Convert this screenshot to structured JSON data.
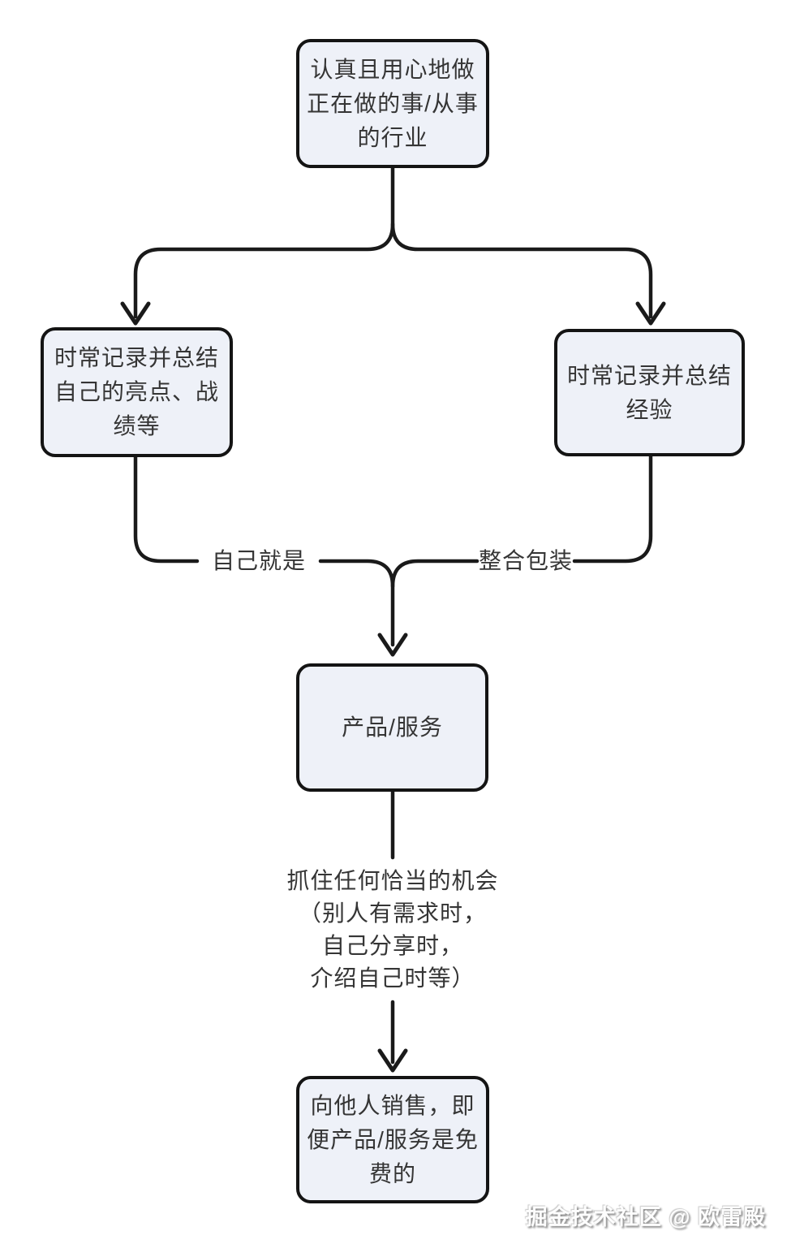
{
  "diagram": {
    "type": "flowchart",
    "nodes": [
      {
        "id": "focus-work",
        "label": "认真且用心地做\n正在做的事/从事\n的行业"
      },
      {
        "id": "record-highlights",
        "label": "时常记录并总结\n自己的亮点、战\n绩等"
      },
      {
        "id": "record-experience",
        "label": "时常记录并总结\n经验"
      },
      {
        "id": "product-service",
        "label": "产品/服务"
      },
      {
        "id": "sell-to-others",
        "label": "向他人销售，即\n便产品/服务是免\n费的"
      }
    ],
    "edge_labels": {
      "self_is": "自己就是",
      "package": "整合包装",
      "opportunity": "抓住任何恰当的机会\n（别人有需求时，\n自己分享时，\n介绍自己时等）"
    },
    "edges": [
      {
        "from": "focus-work",
        "to": "record-highlights",
        "label": ""
      },
      {
        "from": "focus-work",
        "to": "record-experience",
        "label": ""
      },
      {
        "from": "record-highlights",
        "to": "product-service",
        "label": "自己就是"
      },
      {
        "from": "record-experience",
        "to": "product-service",
        "label": "整合包装"
      },
      {
        "from": "product-service",
        "to": "sell-to-others",
        "label": "抓住任何恰当的机会（别人有需求时，自己分享时，介绍自己时等）"
      }
    ]
  },
  "colors": {
    "background": "#ffffff",
    "node_fill": "#eef1f8",
    "node_border": "#141414",
    "line": "#1a1a1a",
    "text": "#353535"
  },
  "watermark": {
    "text": "掘金技术社区 @ 欧雷殿"
  }
}
